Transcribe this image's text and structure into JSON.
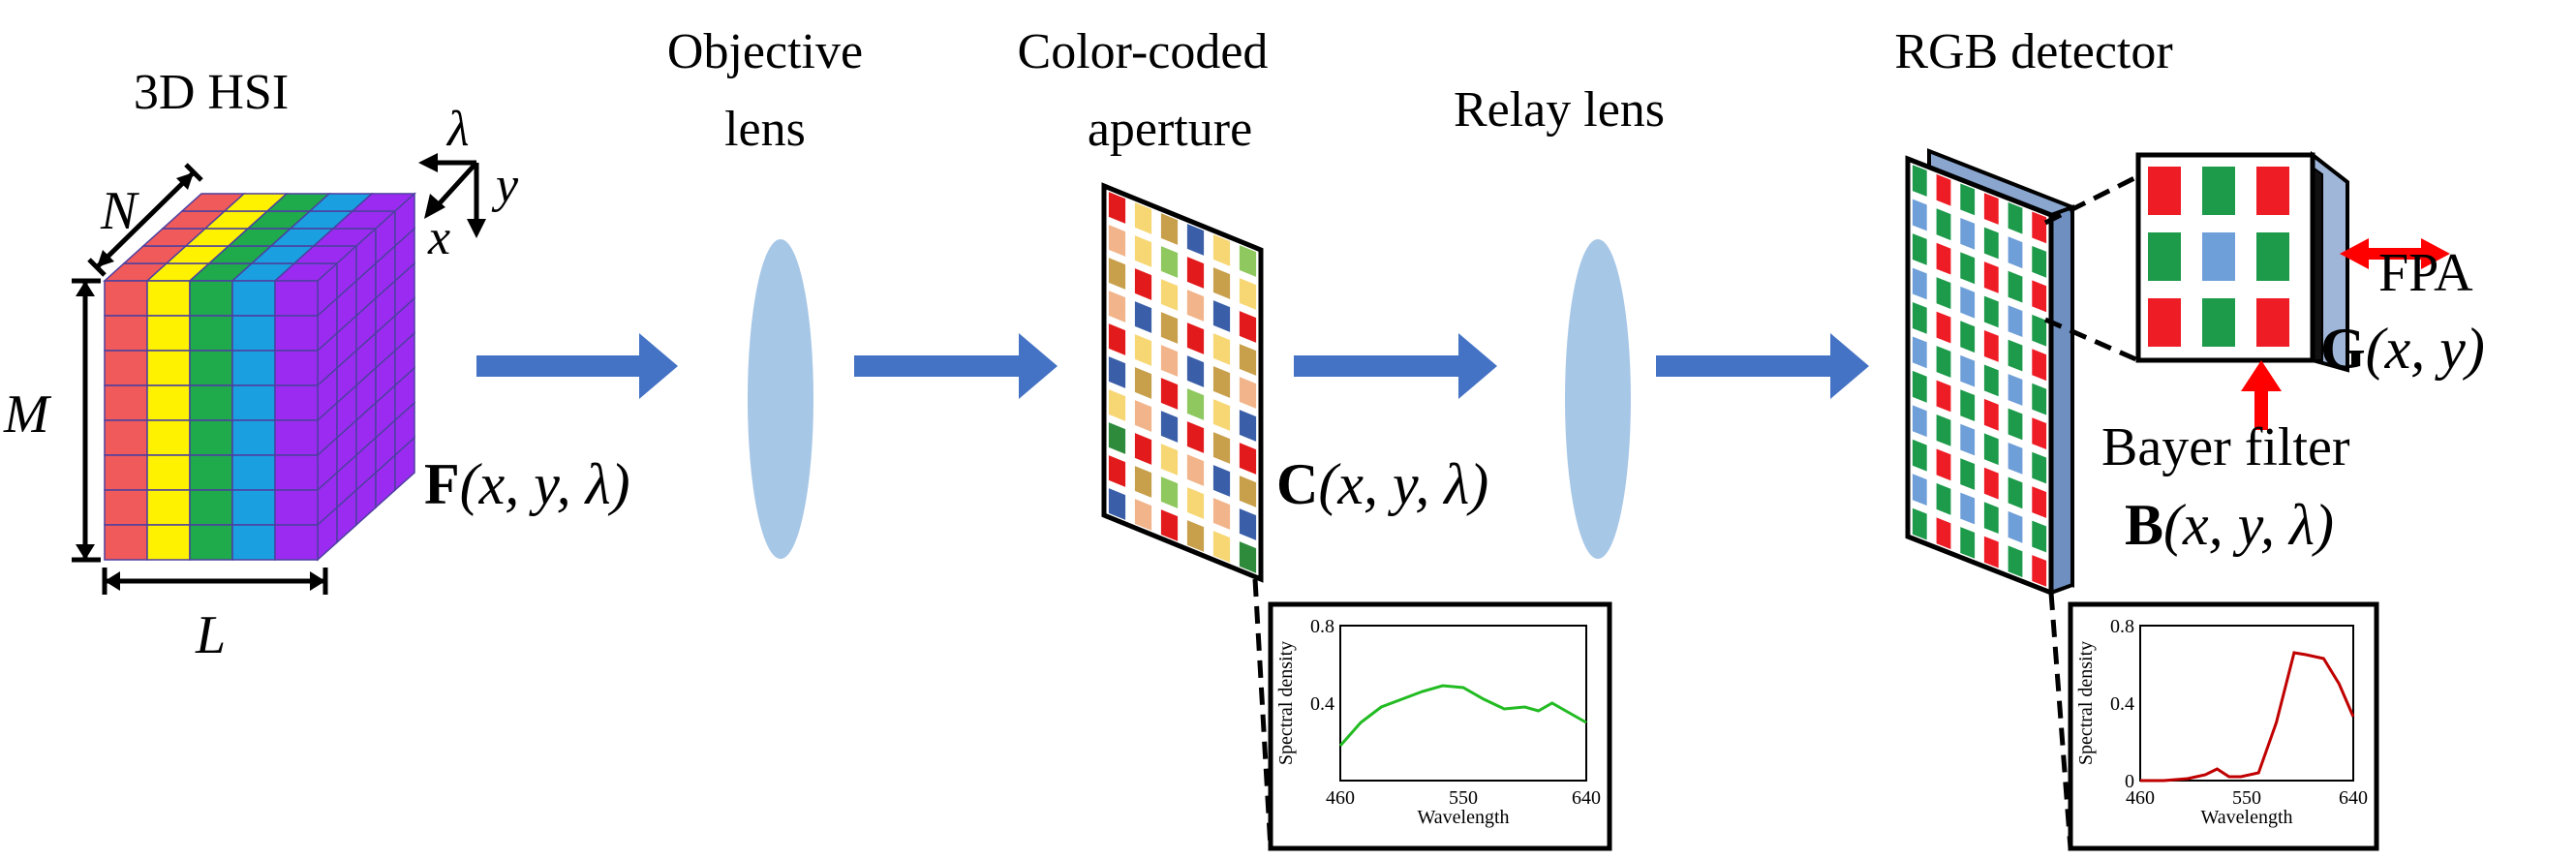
{
  "labels": {
    "hsi_title": "3D HSI",
    "objective_line1": "Objective",
    "objective_line2": "lens",
    "aperture_line1": "Color-coded",
    "aperture_line2": "aperture",
    "relay": "Relay lens",
    "rgb_detector": "RGB detector",
    "fpa": "FPA",
    "bayer_filter": "Bayer filter",
    "axis_lambda": "λ",
    "axis_x": "x",
    "axis_y": "y",
    "dim_N": "N",
    "dim_M": "M",
    "dim_L": "L"
  },
  "formulas": {
    "F": {
      "sym": "F",
      "args": "(x, y, λ)"
    },
    "C": {
      "sym": "C",
      "args": "(x, y, λ)"
    },
    "G": {
      "sym": "G",
      "args": "(x, y)"
    },
    "B": {
      "sym": "B",
      "args": "(x, y, λ)"
    }
  },
  "colors": {
    "hsi_bands": [
      "#f05a5a",
      "#fff200",
      "#1faa4b",
      "#1a9fe0",
      "#9b2bf0"
    ],
    "lens": "#a7c7e7",
    "arrow": "#4472c4",
    "pointer_arrow": "#ff0000",
    "aperture_palette": [
      "#e31a1c",
      "#f7d774",
      "#c8a04c",
      "#3a5fa8",
      "#8ec85e",
      "#f2b48a",
      "#2e8b3c"
    ],
    "bayer_red": "#ee1c25",
    "bayer_green": "#1d9a4a",
    "bayer_blue": "#6f9fd8"
  },
  "chart_data": [
    {
      "type": "line",
      "xlabel": "Wavelength",
      "ylabel": "Spectral density",
      "xticks": [
        460,
        550,
        640
      ],
      "yticks": [
        0.4,
        0.8
      ],
      "xlim": [
        460,
        640
      ],
      "ylim": [
        0,
        0.8
      ],
      "color": "#22bb22",
      "series": [
        {
          "x": [
            460,
            475,
            490,
            505,
            520,
            535,
            550,
            565,
            580,
            595,
            605,
            615,
            625,
            640
          ],
          "values": [
            0.18,
            0.3,
            0.38,
            0.42,
            0.46,
            0.49,
            0.48,
            0.42,
            0.37,
            0.38,
            0.36,
            0.4,
            0.36,
            0.3
          ]
        }
      ]
    },
    {
      "type": "line",
      "xlabel": "Wavelength",
      "ylabel": "Spectral density",
      "xticks": [
        460,
        550,
        640
      ],
      "yticks": [
        0,
        0.4,
        0.8
      ],
      "xlim": [
        460,
        640
      ],
      "ylim": [
        0,
        0.8
      ],
      "color": "#c00000",
      "series": [
        {
          "x": [
            460,
            480,
            500,
            515,
            525,
            535,
            545,
            560,
            575,
            590,
            600,
            615,
            628,
            640
          ],
          "values": [
            0.0,
            0.0,
            0.01,
            0.03,
            0.06,
            0.02,
            0.02,
            0.04,
            0.3,
            0.66,
            0.65,
            0.63,
            0.5,
            0.33
          ]
        }
      ]
    }
  ]
}
